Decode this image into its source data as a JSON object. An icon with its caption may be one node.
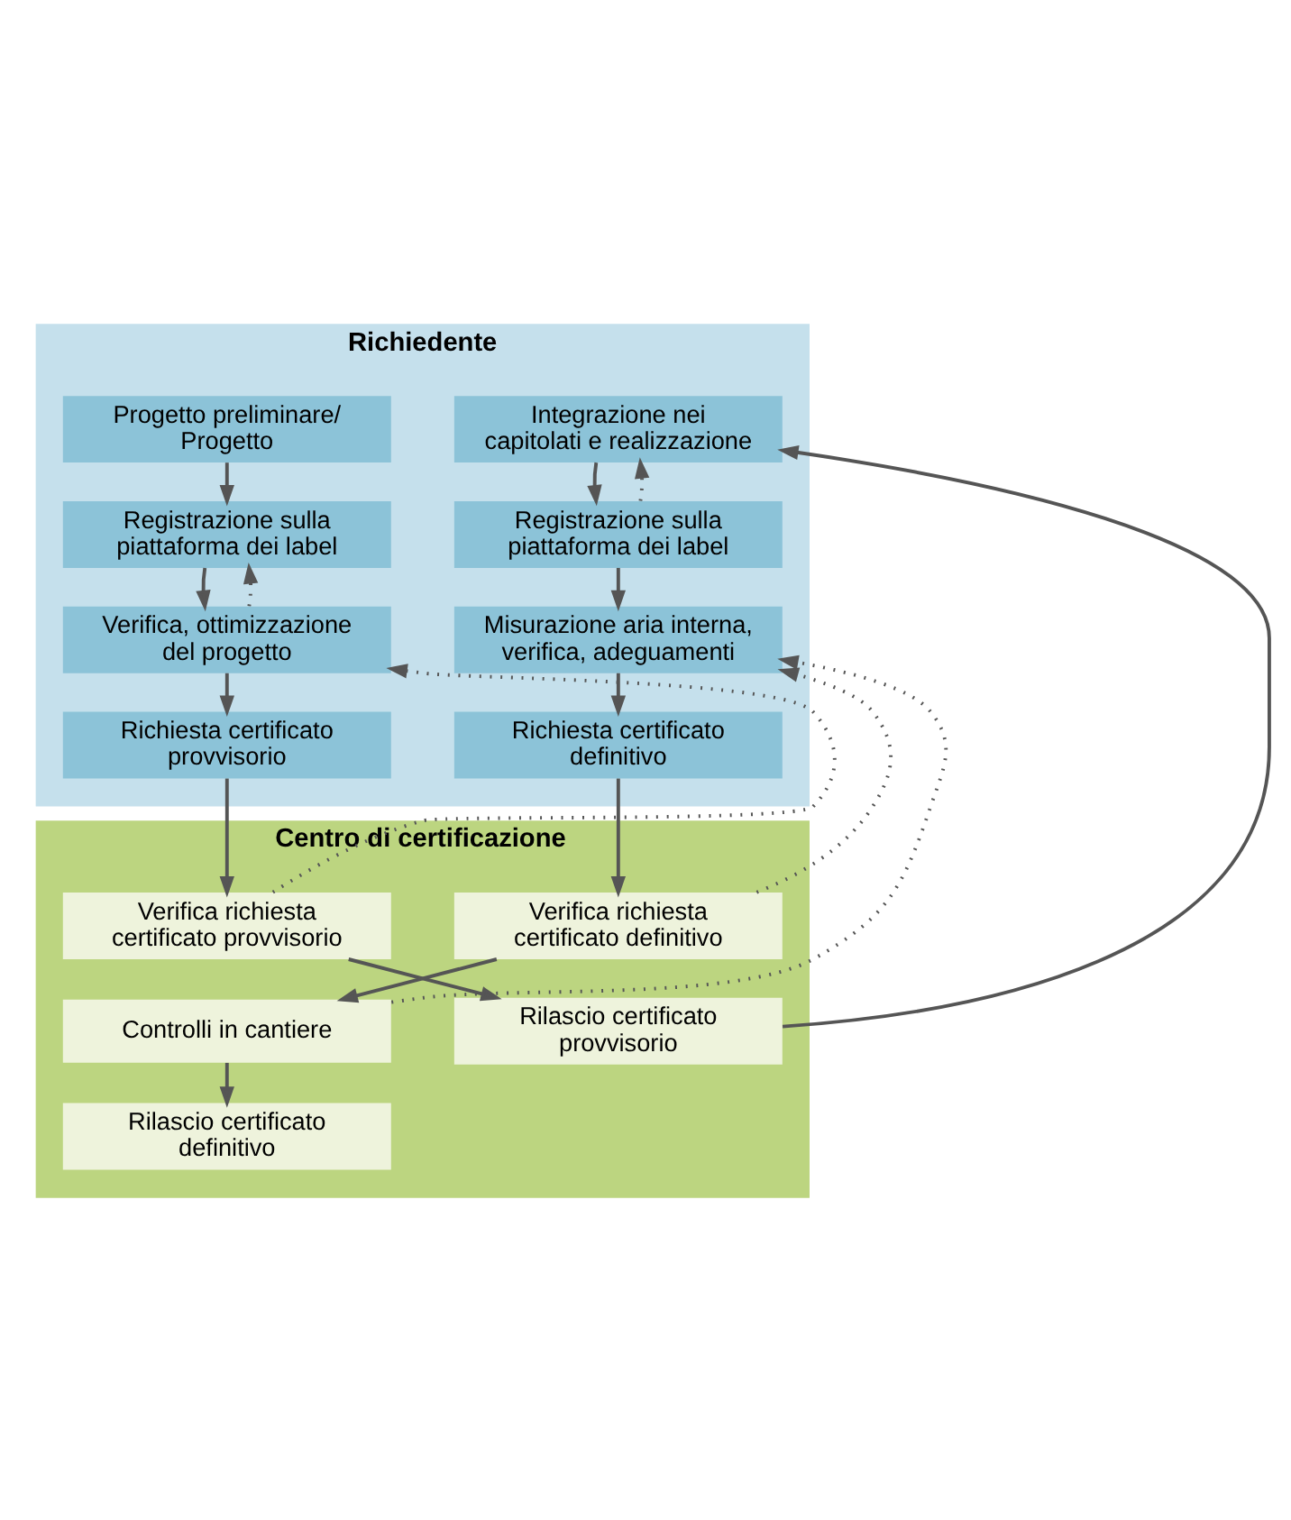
{
  "diagram": {
    "nodes": [
      {
        "text": [
          "Richiedente"
        ]
      },
      {
        "text": [
          "Progetto preliminare/ Progetto"
        ],
        "in": 0
      },
      {
        "text": [
          "Registrazione sulla piattaforma dei label"
        ],
        "in": 0
      },
      {
        "text": [
          "Verifica, ottimizzazione del progetto"
        ],
        "in": 0
      },
      {
        "text": [
          "Richiesta certificato provvisorio"
        ],
        "in": 0
      },
      {
        "text": [
          "Integrazione nei capitolati e realizzazione"
        ],
        "in": 0
      },
      {
        "text": [
          "Registrazione sulla piattaforma dei label"
        ],
        "in": 0
      },
      {
        "text": [
          "Misurazione aria interna, verifica, adeguamenti"
        ],
        "in": 0
      },
      {
        "text": [
          "Richiesta certificato definitivo"
        ],
        "in": 0
      },
      {
        "text": [
          "Centro di certificazione"
        ]
      },
      {
        "text": [
          "Verifica richiesta certificato provvisorio"
        ],
        "in": 9
      },
      {
        "text": [
          "Rilascio certificato provvisorio"
        ],
        "in": 9
      },
      {
        "text": [
          "Verifica richiesta certificato definitivo"
        ],
        "in": 9
      },
      {
        "text": [
          "Controlli in cantiere"
        ],
        "in": 9
      },
      {
        "text": [
          "Rilascio certificato definitivo"
        ],
        "in": 9
      }
    ],
    "edges": [
      {
        "from": 1,
        "to": 2,
        "arrow": "to"
      },
      {
        "from": 2,
        "to": 3,
        "arrow": "to"
      },
      {
        "from": 3,
        "to": 2,
        "arrow": "to",
        "style": "dashed"
      },
      {
        "from": 3,
        "to": 4,
        "arrow": "to"
      },
      {
        "from": 4,
        "to": 10,
        "arrow": "to"
      },
      {
        "from": 10,
        "to": 3,
        "arrow": "to",
        "style": "dashed"
      },
      {
        "from": 10,
        "to": 11,
        "arrow": "to"
      },
      {
        "from": 11,
        "to": 5,
        "arrow": "to"
      },
      {
        "from": 5,
        "to": 6,
        "arrow": "to"
      },
      {
        "from": 6,
        "to": 5,
        "arrow": "to",
        "style": "dashed"
      },
      {
        "from": 6,
        "to": 7,
        "arrow": "to"
      },
      {
        "from": 7,
        "to": 8,
        "arrow": "to"
      },
      {
        "from": 8,
        "to": 12,
        "arrow": "to"
      },
      {
        "from": 12,
        "to": 7,
        "arrow": "to",
        "style": "dashed"
      },
      {
        "from": 13,
        "to": 7,
        "arrow": "to",
        "style": "dashed"
      },
      {
        "from": 12,
        "to": 13,
        "arrow": "to"
      },
      {
        "from": 13,
        "to": 14,
        "arrow": "to"
      }
    ]
  }
}
